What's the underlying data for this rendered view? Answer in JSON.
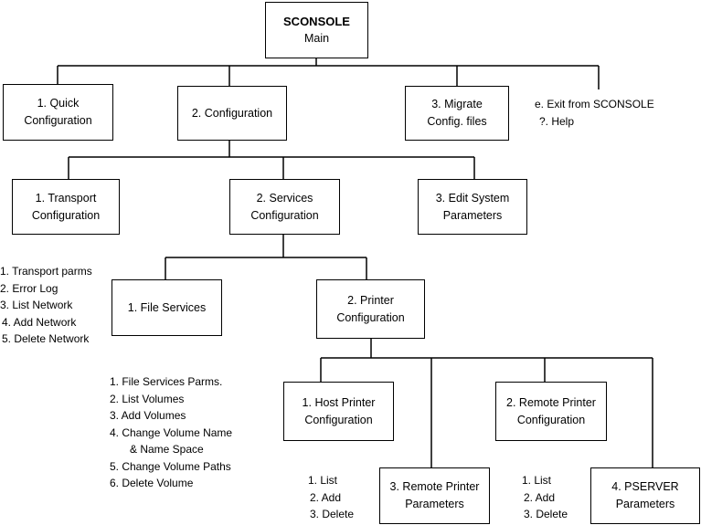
{
  "root": {
    "title": "SCONSOLE",
    "subtitle": "Main"
  },
  "level1": {
    "quick": [
      "1. Quick",
      "Configuration"
    ],
    "configuration": [
      "2. Configuration"
    ],
    "migrate": [
      "3. Migrate",
      "Config. files"
    ],
    "exit_options": [
      "e. Exit from SCONSOLE",
      "?. Help"
    ]
  },
  "level2": {
    "transport": [
      "1. Transport",
      "Configuration"
    ],
    "services": [
      "2. Services",
      "Configuration"
    ],
    "edit_system": [
      "3. Edit System",
      "Parameters"
    ]
  },
  "transport_options": [
    "1. Transport parms",
    "2. Error Log",
    "3. List Network",
    "4. Add Network",
    "5. Delete Network"
  ],
  "level3": {
    "file_services": [
      "1. File Services"
    ],
    "printer": [
      "2. Printer",
      "Configuration"
    ]
  },
  "file_services_options": [
    "1. File Services Parms.",
    "2. List Volumes",
    "3. Add Volumes",
    "4. Change Volume Name",
    "& Name Space",
    "5. Change Volume Paths",
    "6. Delete Volume"
  ],
  "level4": {
    "host_printer": [
      "1. Host Printer",
      "Configuration"
    ],
    "remote_printer_config": [
      "2. Remote Printer",
      "Configuration"
    ],
    "remote_printer_params": [
      "3. Remote Printer",
      "Parameters"
    ],
    "pserver": [
      "4. PSERVER",
      "Parameters"
    ]
  },
  "host_printer_options": [
    "1. List",
    "2. Add",
    "3. Delete"
  ],
  "remote_printer_options": [
    "1. List",
    "2. Add",
    "3. Delete"
  ]
}
